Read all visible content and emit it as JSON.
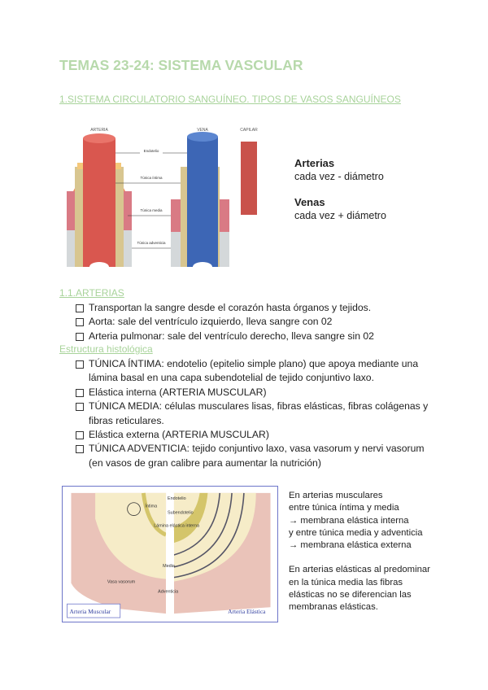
{
  "title": "TEMAS 23-24: SISTEMA VASCULAR",
  "section1": "1.SISTEMA CIRCULATORIO SANGUÍNEO. TIPOS DE VASOS SANGUÍNEOS",
  "figure1": {
    "labels": {
      "arteria": "ARTERIA",
      "vena": "VENA",
      "capilar": "CAPILAR",
      "endotelio": "Endotelio",
      "intima": "Túnica íntima",
      "media": "Túnica media",
      "adventicia": "Túnica adventicia"
    },
    "side": {
      "arterias_title": "Arterias",
      "arterias_text": "cada vez - diámetro",
      "venas_title": "Venas",
      "venas_text": "cada vez + diámetro"
    }
  },
  "section11": "1.1.ARTERIAS",
  "arterias_list": [
    "Transportan la sangre desde el corazón hasta órganos y tejidos.",
    "Aorta: sale del ventrículo izquierdo, lleva sangre con 02",
    "Arteria pulmonar: sale del ventrículo derecho, lleva sangre sin 02"
  ],
  "section12": "Estructura histológica",
  "estructura_list": [
    "TÚNICA ÍNTIMA: endotelio (epitelio simple plano) que apoya mediante una lámina basal en una capa subendotelial de tejido conjuntivo laxo.",
    "Elástica interna (ARTERIA MUSCULAR)",
    "TÚNICA MEDIA: células musculares lisas, fibras elásticas, fibras colágenas y fibras reticulares.",
    "Elástica externa (ARTERIA MUSCULAR)",
    "TÚNICA ADVENTICIA: tejido conjuntivo laxo, vasa vasorum y nervi vasorum (en vasos de gran calibre para aumentar la nutrición)"
  ],
  "figure2": {
    "labels": {
      "endotelio": "Endotelio",
      "intima": "Íntima",
      "subendotelio": "Subendotelio",
      "lamina": "Lámina elástica interna",
      "media": "Media",
      "vasa": "Vasa vasorum",
      "adventicia": "Adventicia",
      "muscular": "Arteria Muscular",
      "elastica": "Arteria Elástica"
    }
  },
  "figure2_text": [
    "En arterias musculares",
    "entre túnica íntima y media",
    "→ membrana elástica interna",
    "y entre túnica media y adventicia",
    "→ membrana elástica externa",
    "",
    "En arterias elásticas al predominar",
    "en la túnica media las fibras",
    "elásticas no se diferencian las",
    "membranas elásticas."
  ],
  "colors": {
    "heading": "#b7d9ab",
    "artery": "#d9574f",
    "vein": "#3d66b5",
    "figure_border": "#6d75c9"
  }
}
